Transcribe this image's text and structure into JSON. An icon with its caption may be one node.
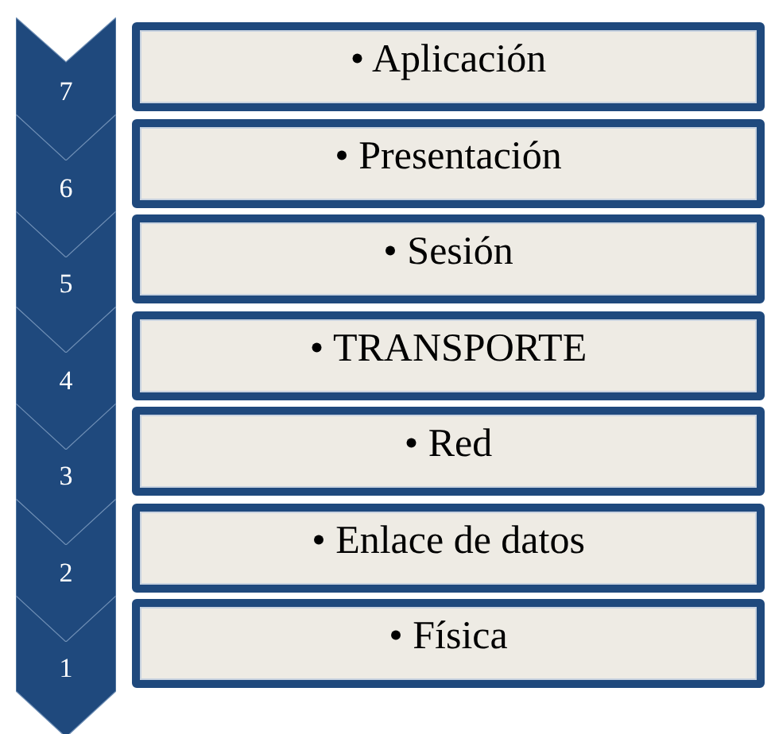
{
  "diagram": {
    "nodes": [
      {
        "text": [
          "7"
        ]
      },
      {
        "text": [
          "• Aplicación"
        ]
      },
      {
        "text": [
          "6"
        ]
      },
      {
        "text": [
          "• Presentación"
        ]
      },
      {
        "text": [
          "5"
        ]
      },
      {
        "text": [
          "• Sesión"
        ]
      },
      {
        "text": [
          "4"
        ]
      },
      {
        "text": [
          "• TRANSPORTE"
        ]
      },
      {
        "text": [
          "3"
        ]
      },
      {
        "text": [
          "• Red"
        ]
      },
      {
        "text": [
          "2"
        ]
      },
      {
        "text": [
          "• Enlace de datos"
        ]
      },
      {
        "text": [
          "1"
        ]
      },
      {
        "text": [
          "• Física"
        ]
      }
    ]
  }
}
